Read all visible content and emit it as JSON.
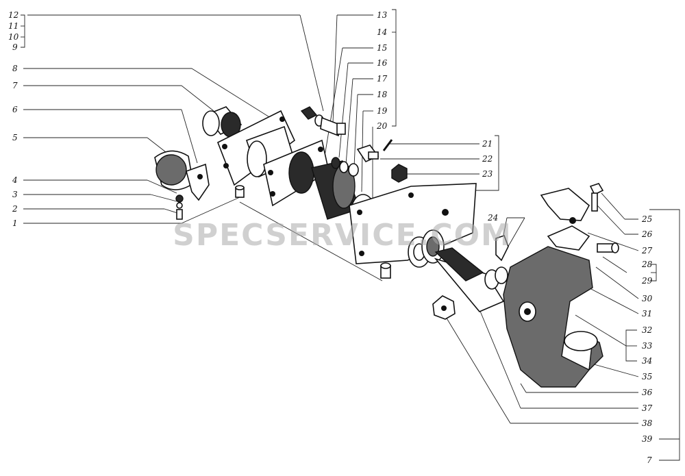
{
  "watermark": "SPECSERVICE.COM",
  "labels": {
    "l1": "1",
    "l2": "2",
    "l3": "3",
    "l4": "4",
    "l5": "5",
    "l6": "6",
    "l7": "7",
    "l8": "8",
    "l9": "9",
    "l10": "10",
    "l11": "11",
    "l12": "12",
    "l13": "13",
    "l14": "14",
    "l15": "15",
    "l16": "16",
    "l17": "17",
    "l18": "18",
    "l19": "19",
    "l20": "20",
    "l21": "21",
    "l22": "22",
    "l23": "23",
    "l24": "24",
    "l25": "25",
    "l26": "26",
    "l27": "27",
    "l28": "28",
    "l29": "29",
    "l30": "30",
    "l31": "31",
    "l32": "32",
    "l33": "33",
    "l34": "34",
    "l35": "35",
    "l36": "36",
    "l37": "37",
    "l38": "38",
    "l39": "39",
    "l7b": "7"
  }
}
